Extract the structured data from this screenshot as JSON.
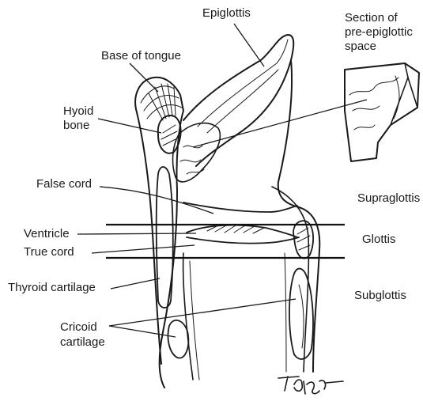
{
  "labels": {
    "epiglottis": "Epiglottis",
    "section_line1": "Section of",
    "section_line2": "pre-epiglottic",
    "section_line3": "space",
    "base_of_tongue": "Base of tongue",
    "hyoid_line1": "Hyoid",
    "hyoid_line2": "bone",
    "false_cord": "False cord",
    "supraglottis": "Supraglottis",
    "ventricle": "Ventricle",
    "glottis": "Glottis",
    "true_cord": "True cord",
    "thyroid_cartilage": "Thyroid cartilage",
    "subglottis": "Subglottis",
    "cricoid_line1": "Cricoid",
    "cricoid_line2": "cartilage"
  },
  "signature": "T Phelps"
}
